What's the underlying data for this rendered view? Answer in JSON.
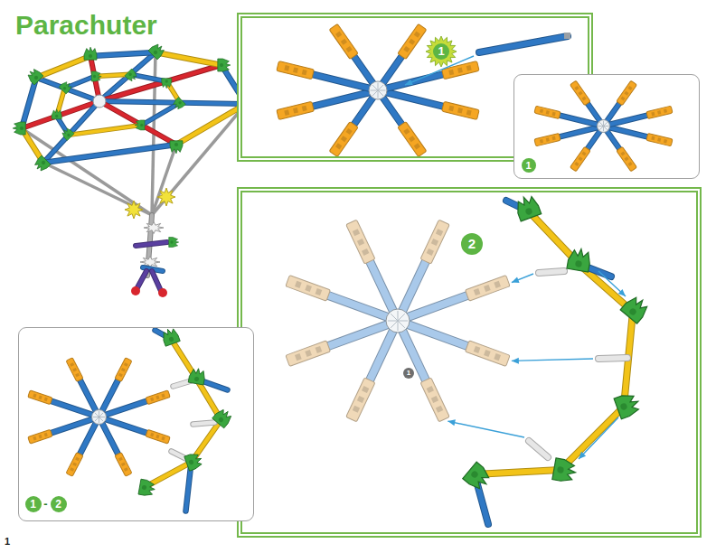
{
  "diagram": {
    "title": "Parachuter",
    "nodes": [
      {
        "text": [
          "1"
        ]
      },
      {
        "text": [
          "1"
        ]
      },
      {
        "text": [
          "2",
          "1"
        ]
      },
      {
        "text": [
          "1",
          "-",
          "2"
        ]
      }
    ],
    "labels": [
      "1"
    ]
  }
}
